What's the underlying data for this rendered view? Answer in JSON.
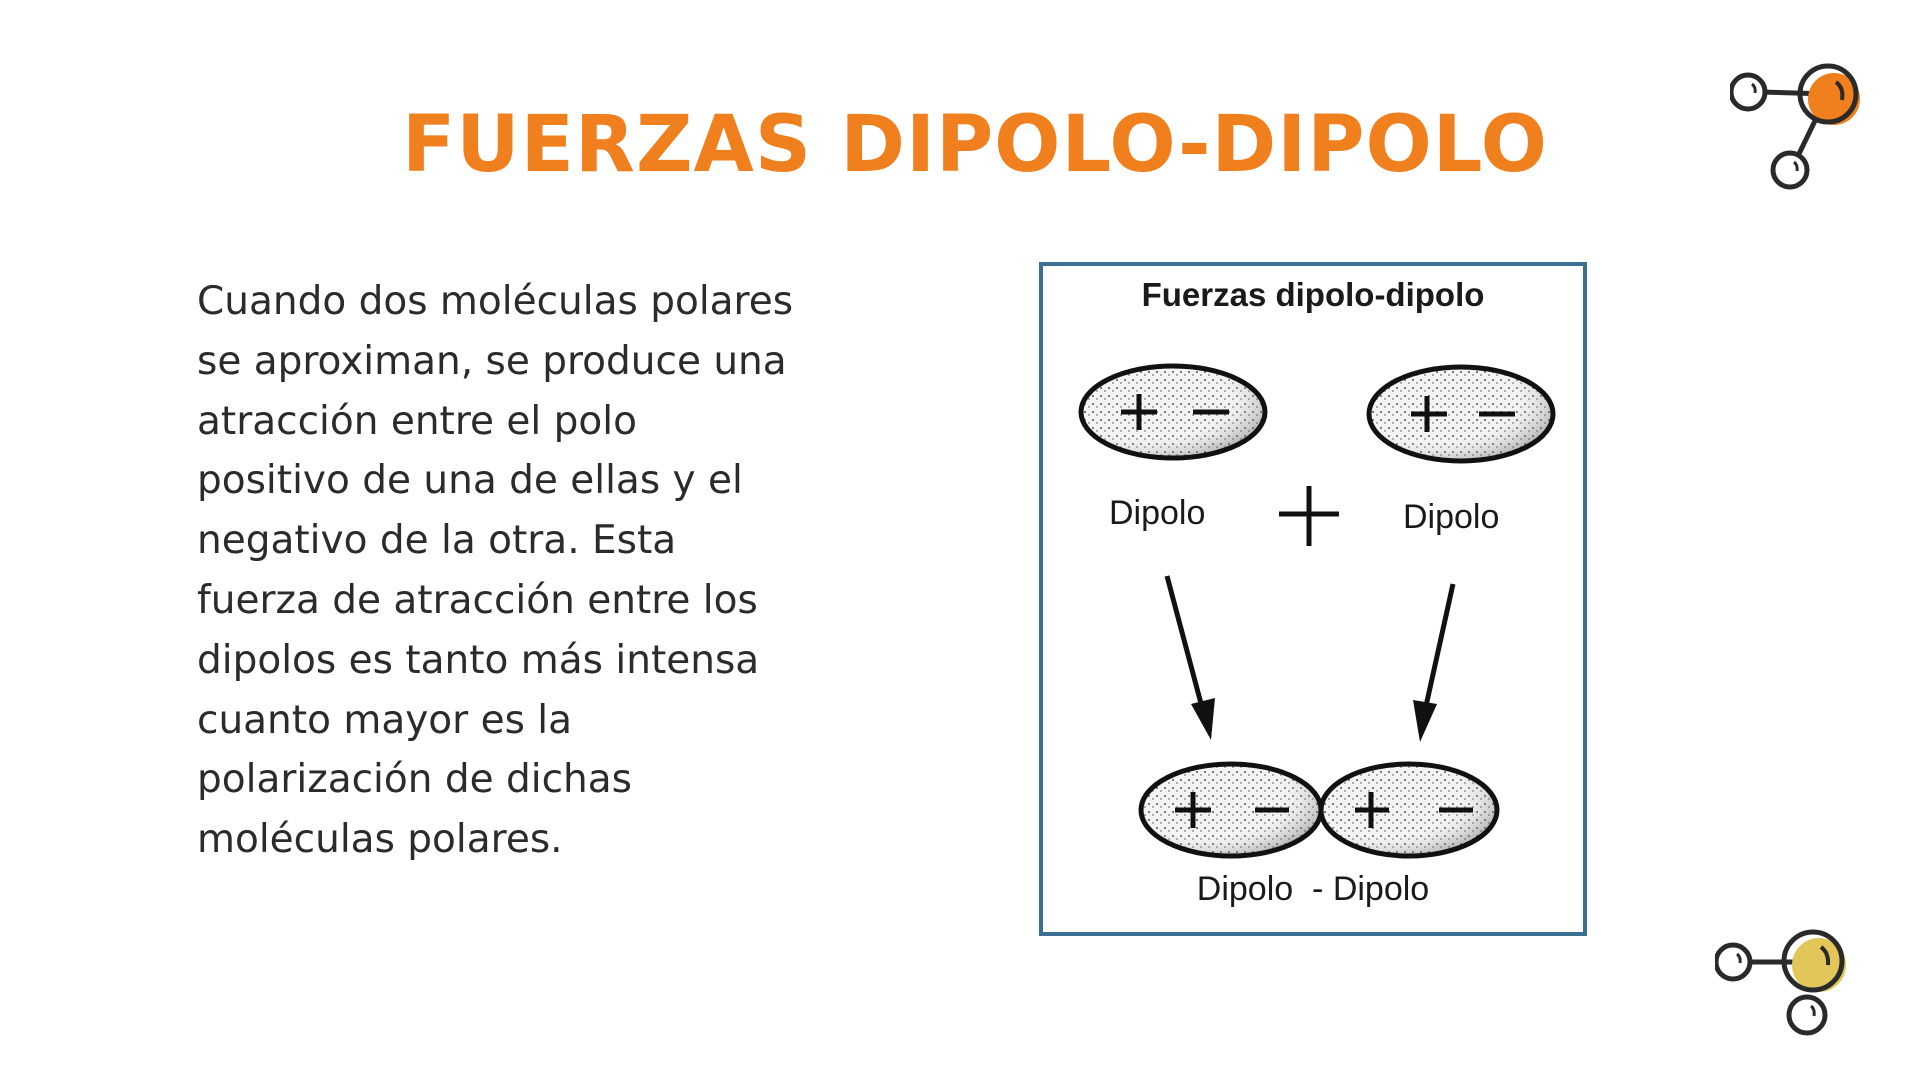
{
  "slide": {
    "title": "FUERZAS DIPOLO-DIPOLO",
    "accent_color": "#F07F1D",
    "body_lines": [
      "Cuando dos moléculas polares",
      "se aproximan, se produce una",
      "atracción entre el polo",
      "positivo de una de ellas y el",
      "negativo de la otra. Esta",
      "fuerza de atracción entre los",
      "dipolos es tanto más intensa",
      "cuanto mayor es la",
      "polarización de dichas",
      "moléculas polares."
    ]
  },
  "figure": {
    "title": "Fuerzas dipolo-dipolo",
    "left_label": "Dipolo",
    "plus_sign": "+",
    "right_label": "Dipolo",
    "bottom_label": "Dipolo  - Dipolo",
    "border_color": "#3b6f93"
  },
  "decorations": {
    "top_molecule": {
      "icon": "molecule-icon",
      "color": "#F07F1D"
    },
    "bottom_molecule": {
      "icon": "molecule-icon",
      "color": "#E3C65A"
    }
  }
}
